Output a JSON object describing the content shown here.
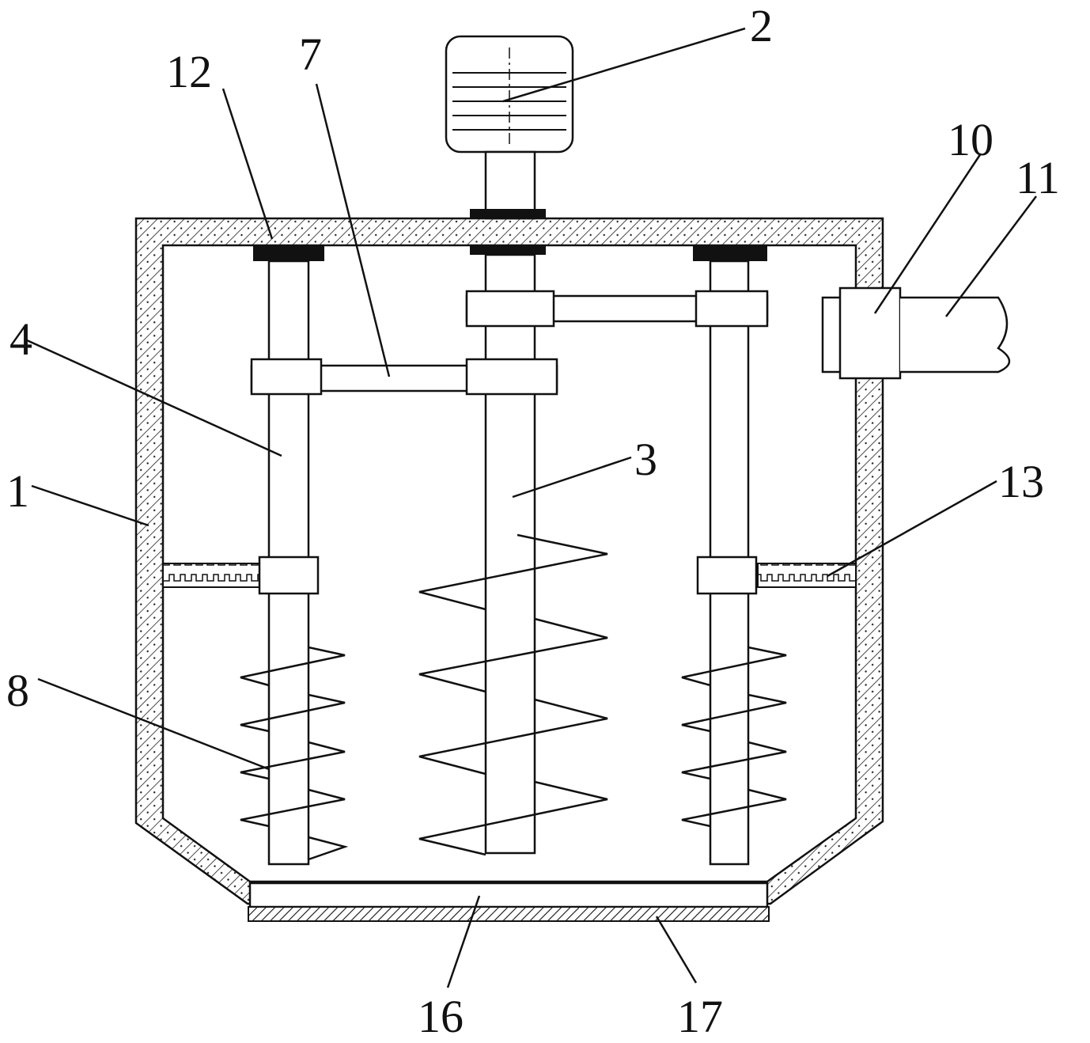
{
  "labels": [
    {
      "id": "L1",
      "text": "1"
    },
    {
      "id": "L2",
      "text": "2"
    },
    {
      "id": "L3",
      "text": "3"
    },
    {
      "id": "L4",
      "text": "4"
    },
    {
      "id": "L7",
      "text": "7"
    },
    {
      "id": "L8",
      "text": "8"
    },
    {
      "id": "L10",
      "text": "10"
    },
    {
      "id": "L11",
      "text": "11"
    },
    {
      "id": "L12",
      "text": "12"
    },
    {
      "id": "L13",
      "text": "13"
    },
    {
      "id": "L16",
      "text": "16"
    },
    {
      "id": "L17",
      "text": "17"
    }
  ]
}
